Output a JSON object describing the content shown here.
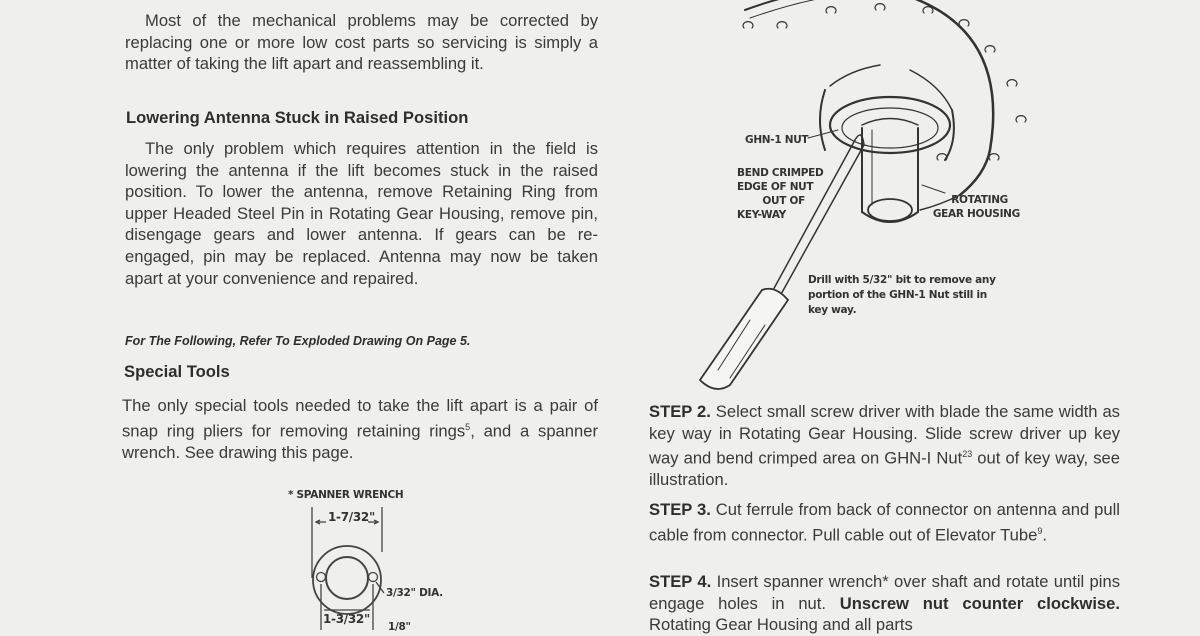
{
  "left_column": {
    "intro_paragraph": "Most of the mechanical problems may be corrected by replacing one or more low cost parts so servicing is simply a matter of taking the lift apart and reassembling it.",
    "section1_heading": "Lowering Antenna Stuck in Raised Position",
    "section1_paragraph": "The only problem which requires attention in the field is lowering the antenna if the lift becomes stuck in the raised position. To lower the antenna, remove Retaining Ring from upper Headed Steel Pin in Rotating Gear Housing, remove pin, disengage gears and lower antenna. If gears can be re-engaged, pin may be replaced. Antenna may now be taken apart at your convenience and repaired.",
    "reference_note": "For The Following, Refer To Exploded Drawing On Page 5.",
    "section2_heading": "Special Tools",
    "section2_paragraph_a": "The only special tools needed to take the lift apart is a pair of snap ring pliers for removing retaining rings",
    "section2_sup": "5",
    "section2_paragraph_b": ", and a spanner wrench.  See drawing this page."
  },
  "spanner_figure": {
    "title": "* SPANNER WRENCH",
    "dim_outer": "1-7/32\"",
    "dim_hole": "3/32\" DIA.",
    "dim_pins": "1-3/32\"",
    "dim_partial": "1/8\""
  },
  "gear_figure": {
    "label_nut": "GHN-1 NUT",
    "label_bend": [
      "BEND CRIMPED",
      "EDGE OF NUT",
      "OUT OF",
      "KEY-WAY"
    ],
    "label_housing": [
      "ROTATING",
      "GEAR HOUSING"
    ],
    "drill_note": "Drill with 5/32\" bit to remove any portion of the GHN-1 Nut still in key way."
  },
  "right_column": {
    "step2_label": "STEP 2.",
    "step2_text_a": " Select small screw driver with blade the same width as key way in Rotating Gear Housing. Slide screw driver up key way and bend crimped area on GHN-I Nut",
    "step2_sup": "23",
    "step2_text_b": " out of key way, see illustration.",
    "step3_label": "STEP 3.",
    "step3_text": " Cut ferrule from back of connector on antenna and pull cable from connector. Pull cable out of Elevator Tube",
    "step3_sup": "9",
    "step3_end": ".",
    "step4_label": "STEP 4.",
    "step4_text_a": " Insert spanner wrench* over shaft and rotate until pins engage holes in nut. ",
    "step4_bold": "Unscrew nut counter clockwise.",
    "step4_text_b": " Rotating Gear Housing and all parts"
  }
}
